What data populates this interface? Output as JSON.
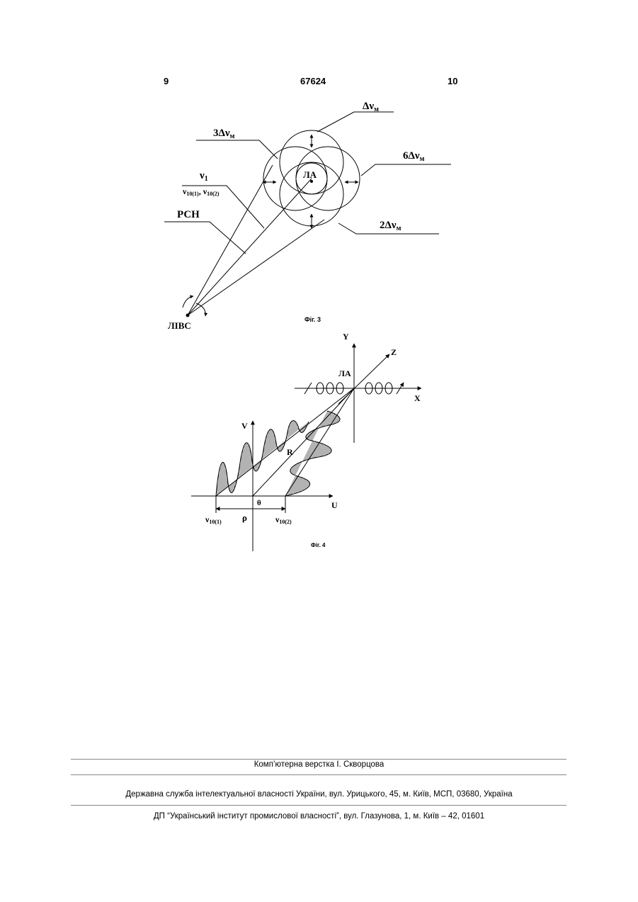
{
  "header": {
    "page_left": "9",
    "doc_number": "67624",
    "page_right": "10"
  },
  "fig3": {
    "caption": "Фіг. 3",
    "labels": {
      "dv": "Δν",
      "dv_sub": "м",
      "three_dv": "3Δν",
      "six_dv": "6Δν",
      "two_dv": "2Δν",
      "nu1": "ν",
      "nu1_sub": "1",
      "nu10": "ν",
      "nu10_sub1": "10(1)",
      "nu10_sub2": "10(2)",
      "comma": ",",
      "rsn": "РСН",
      "la": "ЛА",
      "livs": "ЛІВС"
    }
  },
  "fig4": {
    "caption": "Фіг. 4",
    "labels": {
      "y": "Y",
      "z": "Z",
      "x": "X",
      "la": "ЛА",
      "v": "V",
      "u": "U",
      "r": "R",
      "theta": "θ",
      "rho": "ρ",
      "nu": "ν",
      "sub1": "10(1)",
      "sub2": "10(2)"
    }
  },
  "footer": {
    "typesetting": "Комп’ютерна верстка І. Скворцова",
    "agency": "Державна служба інтелектуальної власності України, вул. Урицького, 45, м. Київ, МСП, 03680, Україна",
    "institute": "ДП “Український інститут промислової власності”, вул. Глазунова, 1, м. Київ – 42, 01601"
  }
}
